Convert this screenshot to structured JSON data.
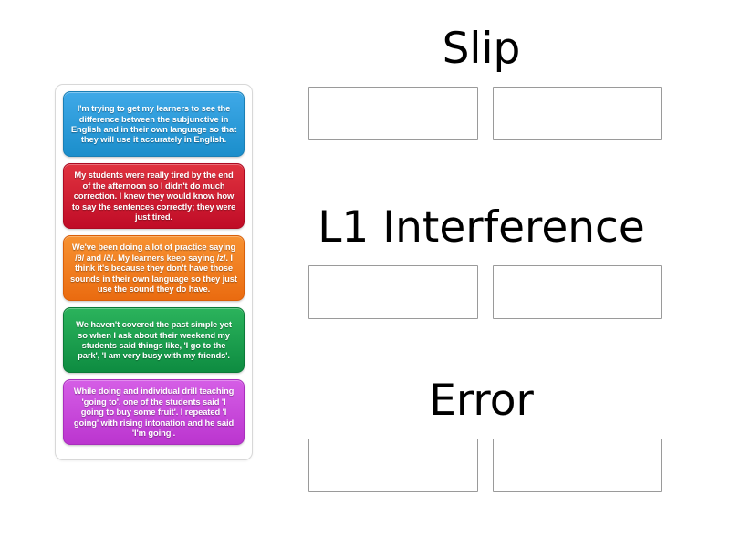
{
  "activity": {
    "type": "group-sort",
    "card_tray": {
      "name": "draggable-card-tray",
      "cards": [
        {
          "id": "card-1",
          "color_name": "blue",
          "color": "#1f96d8",
          "text": "I'm trying to get my learners to see the difference between the subjunctive in English and in their own language so that they will use it accurately in English."
        },
        {
          "id": "card-2",
          "color_name": "red",
          "color": "#cc1a31",
          "text": "My students were really tired by the end of the afternoon so I didn't do much correction. I knew they would know how to say the sentences correctly; they were just tired."
        },
        {
          "id": "card-3",
          "color_name": "orange",
          "color": "#ef7a1d",
          "text": "We've been doing a lot of practice saying /θ/ and /ð/. My learners keep saying /z/. I think it's because they don't have those sounds in their own language so they just use the sound they do have."
        },
        {
          "id": "card-4",
          "color_name": "green",
          "color": "#17a04c",
          "text": "We haven't covered the past simple yet so when I ask about their weekend my students said things like, 'I go to the park', 'I am very busy with my friends'."
        },
        {
          "id": "card-5",
          "color_name": "purple",
          "color": "#c949dc",
          "text": "While doing and individual drill teaching 'going to', one of the students said 'I going to buy some fruit'. I repeated 'I going' with rising intonation and he said 'I'm going'."
        }
      ]
    },
    "categories": [
      {
        "id": "category-slip",
        "title": "Slip",
        "dropzones": [
          {
            "id": "slip-zone-1",
            "content": ""
          },
          {
            "id": "slip-zone-2",
            "content": ""
          }
        ]
      },
      {
        "id": "category-l1-interference",
        "title": "L1 Interference",
        "dropzones": [
          {
            "id": "l1-zone-1",
            "content": ""
          },
          {
            "id": "l1-zone-2",
            "content": ""
          }
        ]
      },
      {
        "id": "category-error",
        "title": "Error",
        "dropzones": [
          {
            "id": "error-zone-1",
            "content": ""
          },
          {
            "id": "error-zone-2",
            "content": ""
          }
        ]
      }
    ],
    "colors": {
      "page_background": "#ffffff",
      "tray_border": "#d8d8d8",
      "dropzone_border": "#9a9a9a",
      "title_text": "#000000",
      "card_text": "#ffffff"
    }
  }
}
